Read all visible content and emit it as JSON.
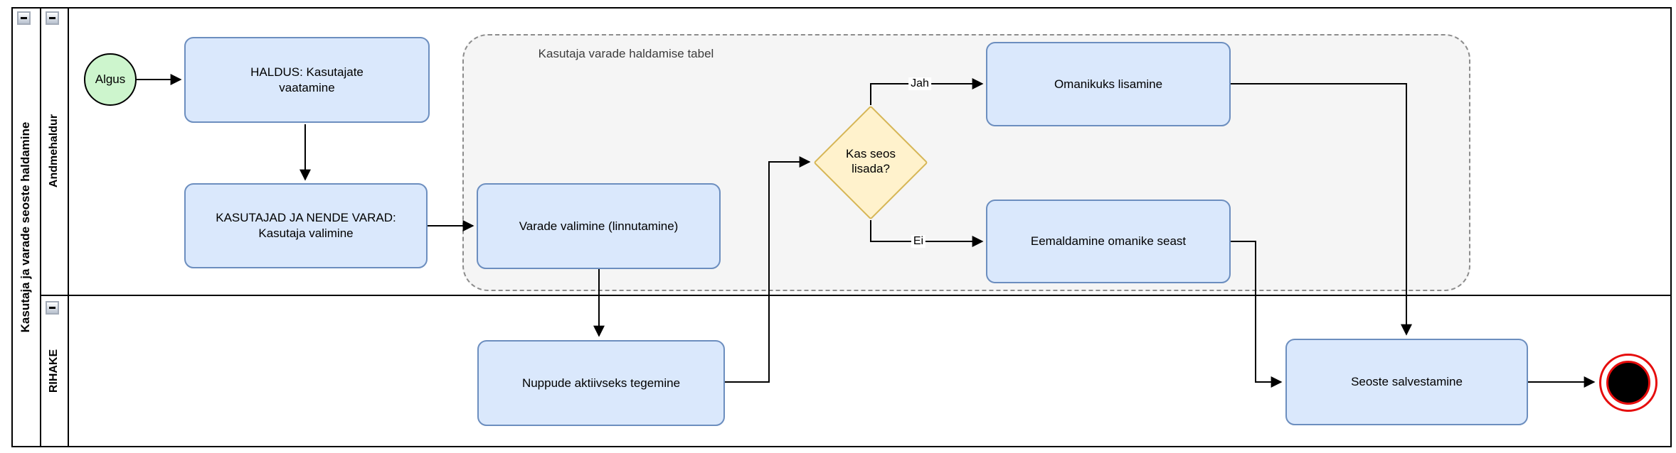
{
  "pool": {
    "title": "Kasutaja ja varade seoste haldamine"
  },
  "lanes": [
    {
      "title": "Andmehaldur"
    },
    {
      "title": "RIHAKE"
    }
  ],
  "group": {
    "label": "Kasutaja varade haldamise tabel"
  },
  "nodes": {
    "start": {
      "label": "Algus",
      "type": "start-event"
    },
    "haldus": {
      "label": "HALDUS: Kasutajate vaatamine",
      "type": "task"
    },
    "kasutajad": {
      "label": "KASUTAJAD JA NENDE VARAD: Kasutaja valimine",
      "type": "task"
    },
    "varade": {
      "label": "Varade valimine (linnutamine)",
      "type": "task"
    },
    "gateway": {
      "label": "Kas seos lisada?",
      "type": "decision"
    },
    "omanikuks": {
      "label": "Omanikuks lisamine",
      "type": "task"
    },
    "eemaldamine": {
      "label": "Eemaldamine omanike seast",
      "type": "task"
    },
    "nuppude": {
      "label": "Nuppude aktiivseks tegemine",
      "type": "task"
    },
    "seoste": {
      "label": "Seoste salvestamine",
      "type": "task"
    },
    "end": {
      "type": "end-event"
    }
  },
  "edge_labels": {
    "yes": "Jah",
    "no": "Ei"
  },
  "icons": {
    "collapse": "minus-collapse-icon"
  },
  "colors": {
    "task-fill": "#dae8fc",
    "task-stroke": "#6c8ebf",
    "gateway-fill": "#fff2cc",
    "gateway-stroke": "#d6b656",
    "start-fill": "#cdf5cd",
    "start-stroke": "#000000",
    "end-ring": "#e60d0d",
    "group-fill": "#f5f5f5",
    "group-stroke": "#8c8c8c",
    "group-label": "#3d3d3d",
    "line": "#000000"
  }
}
